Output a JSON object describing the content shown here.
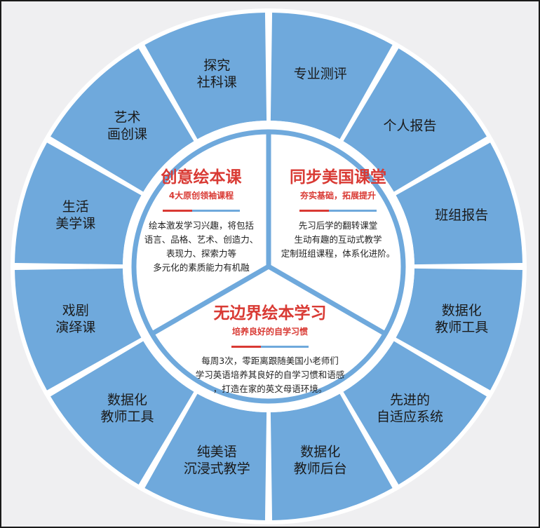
{
  "outer_segments": [
    {
      "id": "research",
      "lines": [
        "专业测评"
      ]
    },
    {
      "id": "personal-report",
      "lines": [
        "个人报告"
      ]
    },
    {
      "id": "class-report",
      "lines": [
        "班组报告"
      ]
    },
    {
      "id": "teacher-tools-right",
      "lines": [
        "数据化",
        "教师工具"
      ]
    },
    {
      "id": "adaptive-system",
      "lines": [
        "先进的",
        "自适应系统"
      ]
    },
    {
      "id": "teacher-backend",
      "lines": [
        "数据化",
        "教师后台"
      ]
    },
    {
      "id": "immersive-teaching",
      "lines": [
        "纯美语",
        "沉浸式教学"
      ]
    },
    {
      "id": "teacher-tools-left",
      "lines": [
        "数据化",
        "教师工具"
      ]
    },
    {
      "id": "drama-course",
      "lines": [
        "戏剧",
        "演绎课"
      ]
    },
    {
      "id": "life-aesthetics",
      "lines": [
        "生活",
        "美学课"
      ]
    },
    {
      "id": "art-creation",
      "lines": [
        "艺术",
        "画创课"
      ]
    },
    {
      "id": "social-science",
      "lines": [
        "探究",
        "社科课"
      ]
    }
  ],
  "inner_sections": [
    {
      "id": "creative-picture-book",
      "title": "创意绘本课",
      "subtitle": "4大原创领袖课程",
      "body": [
        "绘本激发学习兴趣，将包括",
        "语言、品格、艺术、创造力、",
        "表现力、探索力等",
        "多元化的素质能力有机融"
      ]
    },
    {
      "id": "sync-us-class",
      "title": "同步美国课堂",
      "subtitle": "夯实基础，拓展提升",
      "body": [
        "先习后学的翻转课堂",
        "生动有趣的互动式教学",
        "定制班组课程，体系化进阶。"
      ]
    },
    {
      "id": "boundless-learning",
      "title": "无边界绘本学习",
      "subtitle": "培养良好的自学习惯",
      "body": [
        "每周3次，零距离跟随美国小老师们",
        "学习英语培养其良好的自学习惯和语感",
        "，打造在家的英文母语环境。"
      ]
    }
  ],
  "colors": {
    "segment_fill": "#6fa9dc",
    "segment_text": "#1a1a1a",
    "ring_white": "#ffffff",
    "title_red": "#d93a34",
    "body_text": "#222222",
    "accent_blue": "#6fa9dc",
    "background": "#efeff1"
  }
}
